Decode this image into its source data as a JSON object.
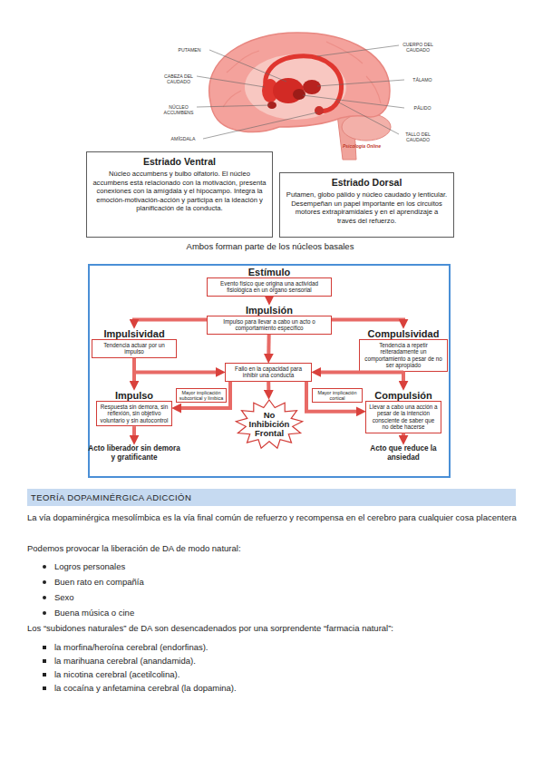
{
  "diagram": {
    "nodes": [
      {
        "text": [
          "Estriado Ventral",
          "Núcleo accumbens y bulbo olfatorio. El núcleo accumbens está relacionado con la motivación, presenta conexiones con la amígdala y el hipocampo. Integra la emoción-motivación-acción y participa en la ideación y planificación de la conducta."
        ]
      },
      {
        "text": [
          "Estriado Dorsal",
          "Putamen, globo pálido y núcleo caudado y lenticular. Desempeñan un papel importante en los circuitos motores extrapiramidales y en el aprendizaje a través del refuerzo."
        ]
      },
      {
        "text": [
          "Estímulo",
          "Evento físico que origina una actividad fisiológica en un órgano sensorial"
        ]
      },
      {
        "text": [
          "Impulsión",
          "Impulso para llevar a cabo un acto o comportamiento específico"
        ]
      },
      {
        "text": [
          "Impulsividad",
          "Tendencia actuar por un impulso"
        ]
      },
      {
        "text": [
          "Compulsividad",
          "Tendencia a repetir reiteradamente un comportamiento a pesar de no ser apropiado"
        ]
      },
      {
        "text": [
          "Fallo en la capacidad para inhibir una conducta"
        ]
      },
      {
        "text": [
          "Mayor implicación subcortical y límbica"
        ]
      },
      {
        "text": [
          "Mayor implicación cortical"
        ]
      },
      {
        "text": [
          "Impulso",
          "Respuesta sin demora, sin reflexión, sin objetivo voluntario y sin autocontrol"
        ]
      },
      {
        "text": [
          "No Inhibición Frontal"
        ]
      },
      {
        "text": [
          "Compulsión",
          "Llevar a cabo una acción a pesar de la intención consciente de saber que no debe hacerse"
        ]
      },
      {
        "text": [
          "Acto liberador sin demora y gratificante"
        ]
      },
      {
        "text": [
          "Acto que reduce la ansiedad"
        ]
      },
      {
        "text": [
          "TEORÍA DOPAMINÉRGICA ADICCIÓN"
        ]
      }
    ],
    "edges": [
      {
        "from": 2,
        "to": 3,
        "arrow": "to"
      },
      {
        "from": 3,
        "to": 4,
        "arrow": "to"
      },
      {
        "from": 3,
        "to": 5,
        "arrow": "to"
      },
      {
        "from": 3,
        "to": 6,
        "arrow": "to"
      },
      {
        "from": 4,
        "to": 6,
        "arrow": "to"
      },
      {
        "from": 5,
        "to": 6,
        "arrow": "to"
      },
      {
        "from": 4,
        "to": 9,
        "arrow": "to"
      },
      {
        "from": 5,
        "to": 11,
        "arrow": "to"
      },
      {
        "from": 6,
        "to": 9,
        "arrow": "to"
      },
      {
        "from": 6,
        "to": 10,
        "arrow": "to"
      },
      {
        "from": 6,
        "to": 11,
        "arrow": "to"
      },
      {
        "from": 9,
        "to": 12,
        "arrow": "to"
      },
      {
        "from": 11,
        "to": 13,
        "arrow": "to"
      }
    ],
    "labels": [
      "PUTAMEN",
      "CABEZA DEL CAUDADO",
      "NÚCLEO ACCUMBENS",
      "AMÍGDALA",
      "CUERPO DEL CAUDADO",
      "TÁLAMO",
      "PÁLIDO",
      "TALLO DEL CAUDADO",
      "Psicología Online",
      "Ambos forman parte de los núcleos basales",
      "La vía dopaminérgica mesolímbica es la vía final común de refuerzo y recompensa en el cerebro para cualquier cosa placentera",
      "Podemos provocar la liberación de DA de modo natural:",
      "Logros personales",
      "Buen rato en compañía",
      "Sexo",
      "Buena música o cine",
      "Los “subidones naturales” de DA son desencadenados por una sorprendente “farmacia natural”:",
      "la morfina/heroína cerebral (endorfinas).",
      "la marihuana cerebral (anandamida).",
      "la nicotina cerebral (acetilcolina).",
      "la cocaína y anfetamina cerebral (la dopamina)."
    ]
  }
}
